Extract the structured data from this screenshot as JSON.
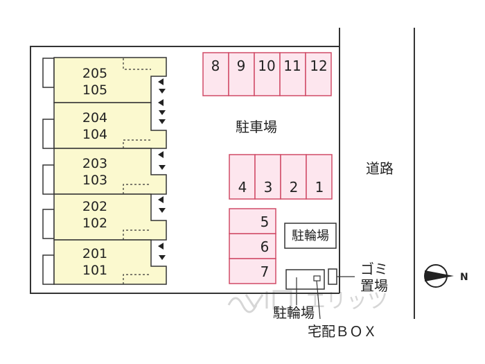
{
  "colors": {
    "unit_fill": "#fbf9cf",
    "parking_fill": "#fde6ee",
    "parking_stroke": "#d04a66",
    "line": "#333333",
    "watermark": "#c9c9c9"
  },
  "building": {
    "units": [
      {
        "upper": "205",
        "lower": "105"
      },
      {
        "upper": "204",
        "lower": "104"
      },
      {
        "upper": "203",
        "lower": "103"
      },
      {
        "upper": "202",
        "lower": "102"
      },
      {
        "upper": "201",
        "lower": "101"
      }
    ]
  },
  "parking": {
    "label": "駐車場",
    "top_row": [
      "8",
      "9",
      "10",
      "11",
      "12"
    ],
    "middle_row": [
      "4",
      "3",
      "2",
      "1"
    ],
    "side_column": [
      "5",
      "6",
      "7"
    ]
  },
  "bicycle_parking": {
    "label_box": "駐輪場",
    "label_lower": "駐輪場"
  },
  "road": {
    "label": "道路"
  },
  "garbage": {
    "line1": "ゴミ",
    "line2": "置場"
  },
  "delivery_box": {
    "label": "宅配ＢＯＸ"
  },
  "compass": {
    "label": "N",
    "icon": "north-arrow-icon"
  },
  "watermark": {
    "text": "エリッツ",
    "icon": "elitz-logo-icon"
  }
}
